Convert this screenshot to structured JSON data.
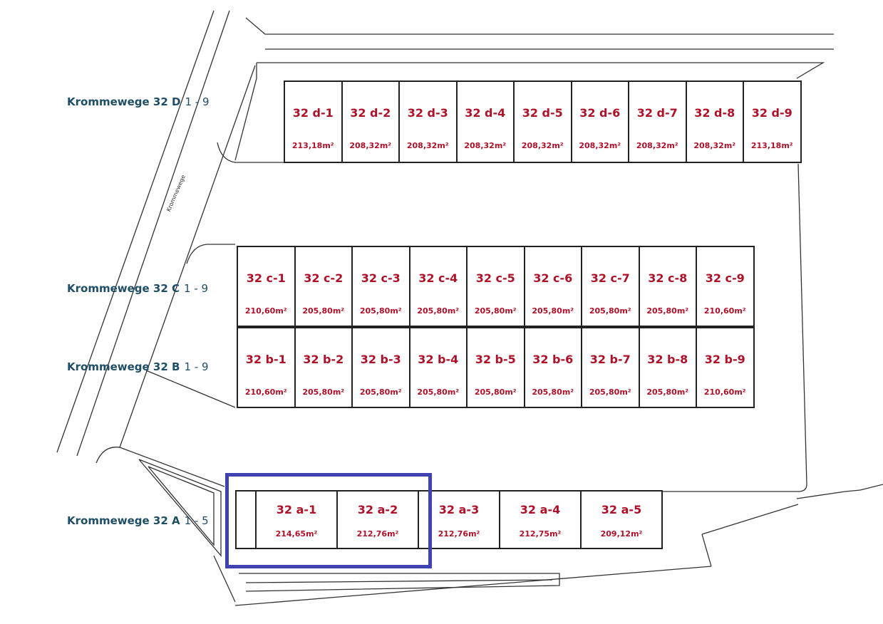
{
  "street_name": "Krommewege",
  "rows": [
    {
      "id": "d",
      "name": "Krommewege 32 D",
      "range": "1 - 9",
      "units": [
        {
          "label": "32 d-1",
          "area": "213,18m²"
        },
        {
          "label": "32 d-2",
          "area": "208,32m²"
        },
        {
          "label": "32 d-3",
          "area": "208,32m²"
        },
        {
          "label": "32 d-4",
          "area": "208,32m²"
        },
        {
          "label": "32 d-5",
          "area": "208,32m²"
        },
        {
          "label": "32 d-6",
          "area": "208,32m²"
        },
        {
          "label": "32 d-7",
          "area": "208,32m²"
        },
        {
          "label": "32 d-8",
          "area": "208,32m²"
        },
        {
          "label": "32 d-9",
          "area": "213,18m²"
        }
      ]
    },
    {
      "id": "c",
      "name": "Krommewege 32 C",
      "range": "1 - 9",
      "units": [
        {
          "label": "32 c-1",
          "area": "210,60m²"
        },
        {
          "label": "32 c-2",
          "area": "205,80m²"
        },
        {
          "label": "32 c-3",
          "area": "205,80m²"
        },
        {
          "label": "32 c-4",
          "area": "205,80m²"
        },
        {
          "label": "32 c-5",
          "area": "205,80m²"
        },
        {
          "label": "32 c-6",
          "area": "205,80m²"
        },
        {
          "label": "32 c-7",
          "area": "205,80m²"
        },
        {
          "label": "32 c-8",
          "area": "205,80m²"
        },
        {
          "label": "32 c-9",
          "area": "210,60m²"
        }
      ]
    },
    {
      "id": "b",
      "name": "Krommewege 32 B",
      "range": "1 - 9",
      "units": [
        {
          "label": "32 b-1",
          "area": "210,60m²"
        },
        {
          "label": "32 b-2",
          "area": "205,80m²"
        },
        {
          "label": "32 b-3",
          "area": "205,80m²"
        },
        {
          "label": "32 b-4",
          "area": "205,80m²"
        },
        {
          "label": "32 b-5",
          "area": "205,80m²"
        },
        {
          "label": "32 b-6",
          "area": "205,80m²"
        },
        {
          "label": "32 b-7",
          "area": "205,80m²"
        },
        {
          "label": "32 b-8",
          "area": "205,80m²"
        },
        {
          "label": "32 b-9",
          "area": "210,60m²"
        }
      ]
    },
    {
      "id": "a",
      "name": "Krommewege 32 A",
      "range": "1 - 5",
      "units": [
        {
          "label": "32 a-1",
          "area": "214,65m²"
        },
        {
          "label": "32 a-2",
          "area": "212,76m²"
        },
        {
          "label": "32 a-3",
          "area": "212,76m²"
        },
        {
          "label": "32 a-4",
          "area": "212,75m²"
        },
        {
          "label": "32 a-5",
          "area": "209,12m²"
        }
      ]
    }
  ],
  "colors": {
    "unit_text": "#b01028",
    "row_label": "#1e4d66",
    "highlight": "#3f42b0",
    "lines": "#222222"
  }
}
